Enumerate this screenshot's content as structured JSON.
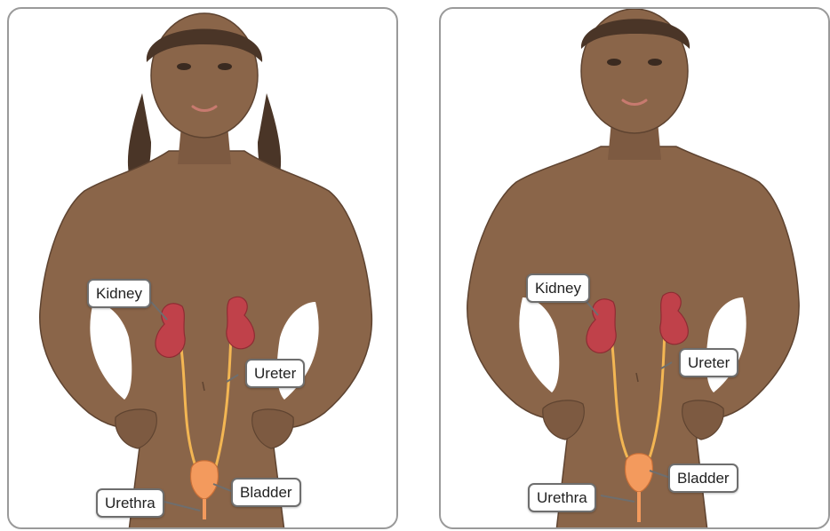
{
  "panels": [
    {
      "figure": "girl",
      "labels": {
        "kidney": "Kidney",
        "ureter": "Ureter",
        "bladder": "Bladder",
        "urethra": "Urethra"
      }
    },
    {
      "figure": "boy",
      "labels": {
        "kidney": "Kidney",
        "ureter": "Ureter",
        "bladder": "Bladder",
        "urethra": "Urethra"
      }
    }
  ],
  "colors": {
    "skin": "#8a6549",
    "skin_shadow": "#6f4f38",
    "hair": "#4a3527",
    "kidney": "#c0414a",
    "ureter": "#f3b653",
    "bladder": "#f39a5d",
    "border": "#9a9a9a"
  }
}
